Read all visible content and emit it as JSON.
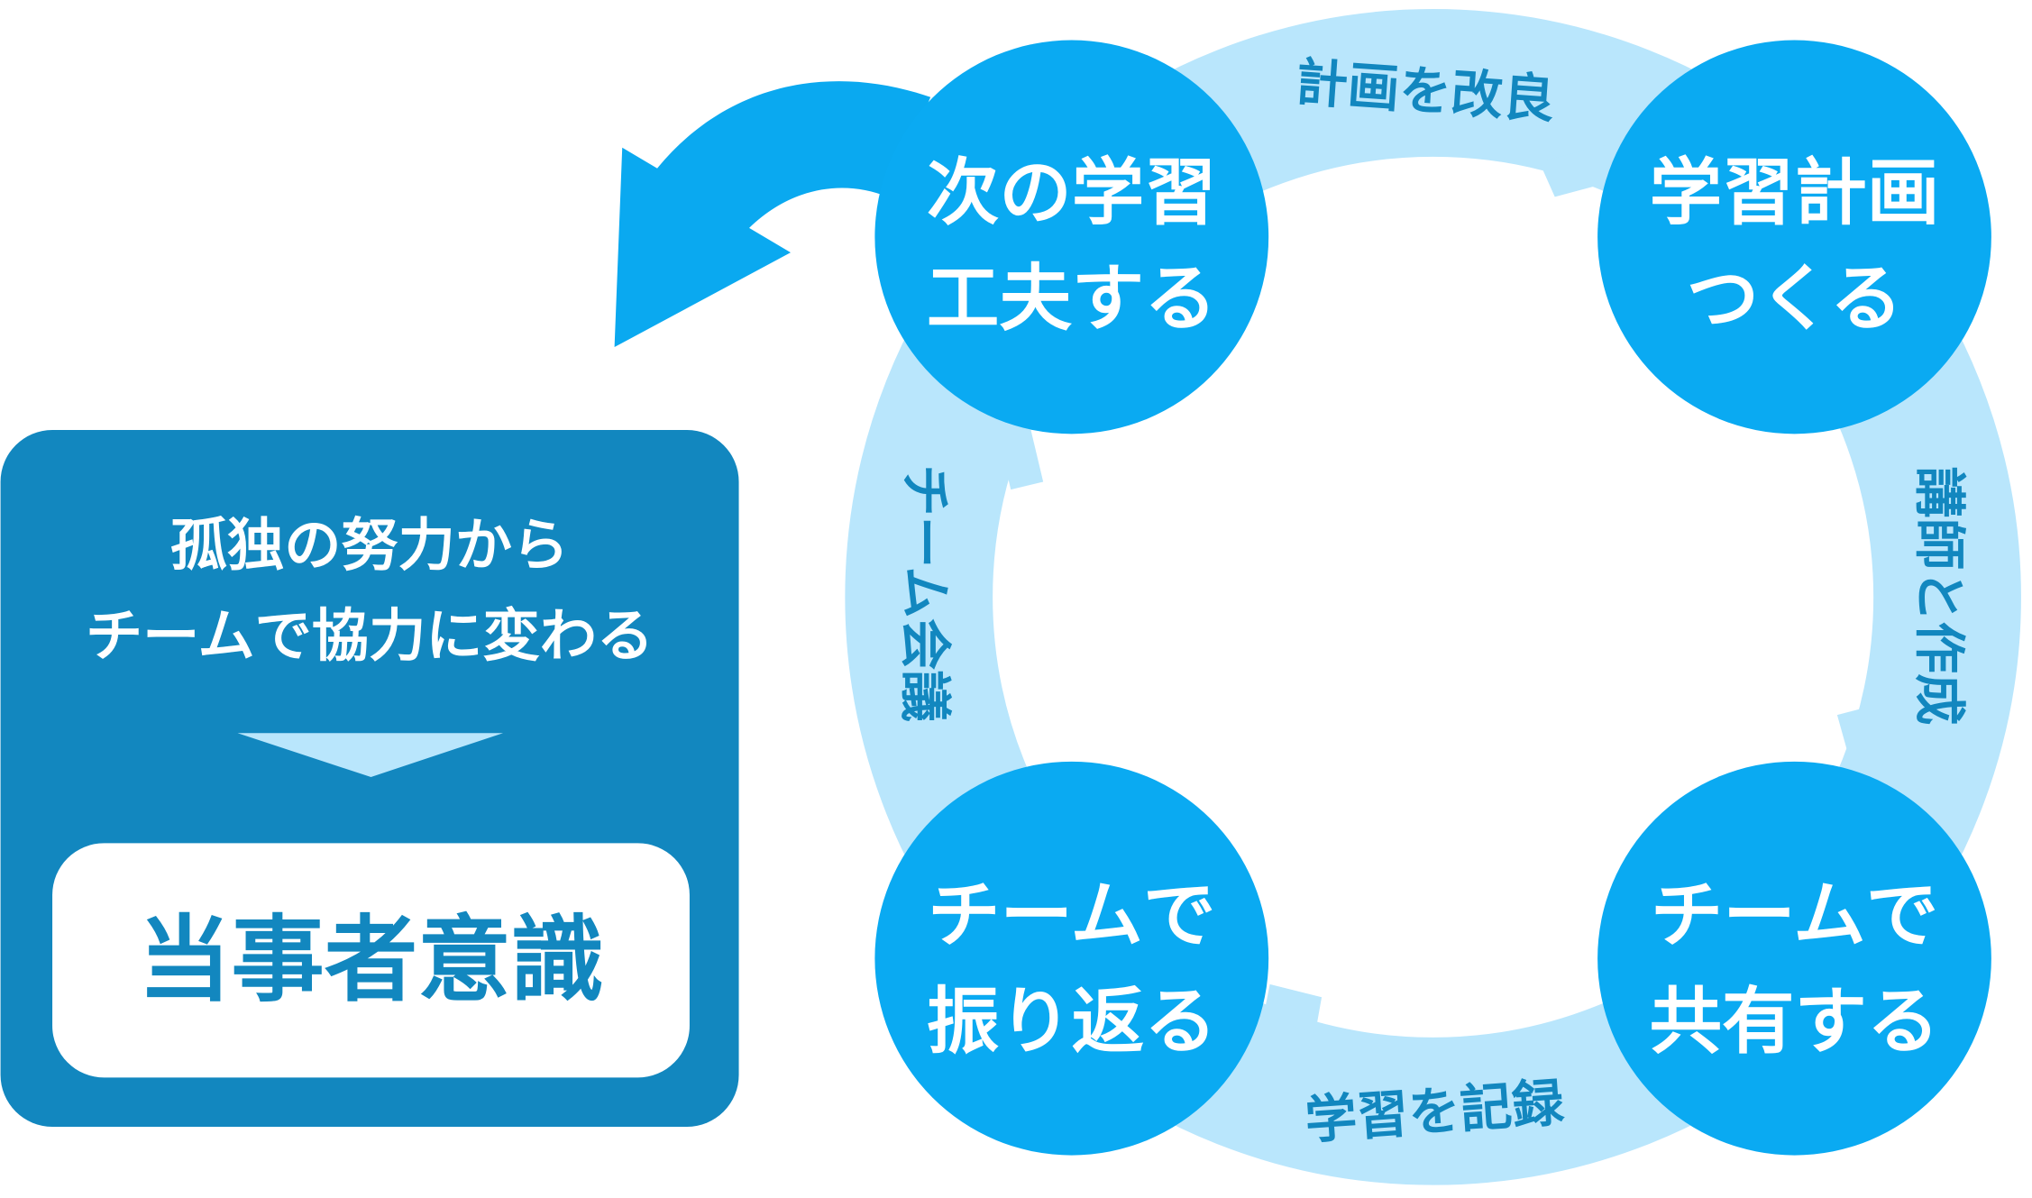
{
  "colors": {
    "circle": "#0aaaf2",
    "ring": "#b9e6fc",
    "box": "#1287bf",
    "white": "#ffffff"
  },
  "steps": [
    {
      "line1": "学習計画",
      "line2": "つくる"
    },
    {
      "line1": "チームで",
      "line2": "共有する"
    },
    {
      "line1": "チームで",
      "line2": "振り返る"
    },
    {
      "line1": "次の学習",
      "line2": "工夫する"
    }
  ],
  "transitions": [
    "講師と作成",
    "学習を記録",
    "チーム会議",
    "計画を改良"
  ],
  "summary": {
    "line1": "孤独の努力から",
    "line2": "チームで協力に変わる",
    "result": "当事者意識"
  }
}
